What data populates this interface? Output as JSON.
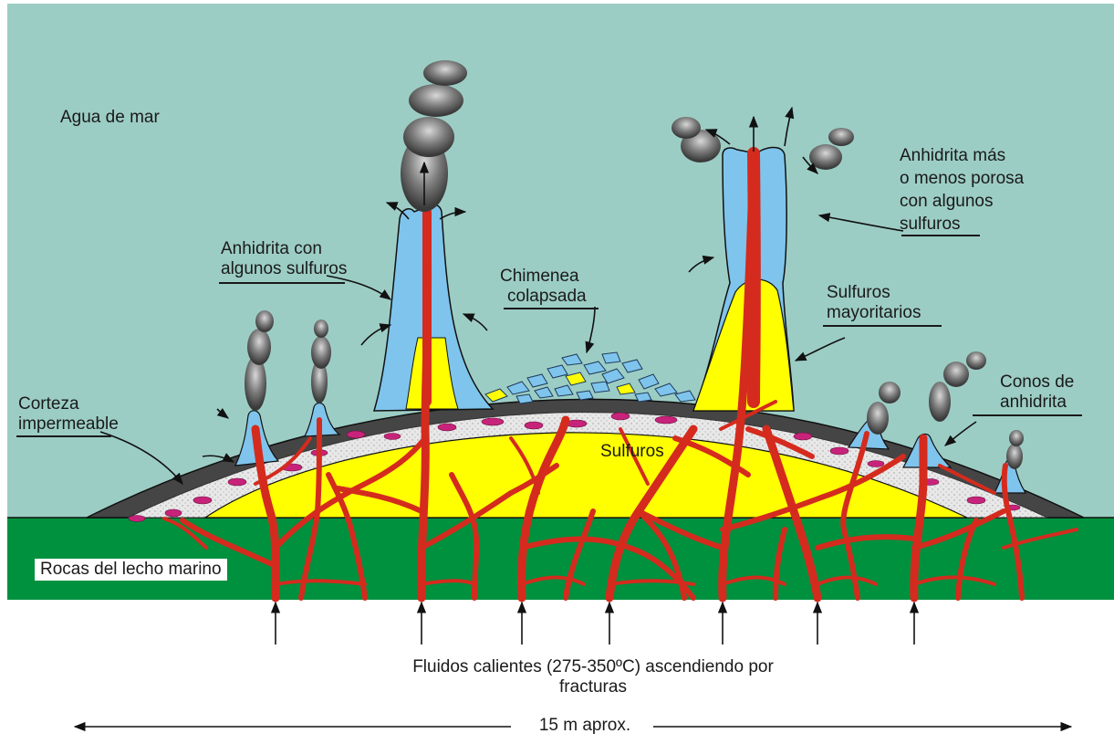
{
  "labels": {
    "sea_water": "Agua de mar",
    "anhydrite_with_sulfides": [
      "Anhidrita con",
      "algunos sulfuros"
    ],
    "collapsed_chimney": [
      "Chimenea",
      "colapsada"
    ],
    "porous_anhydrite": [
      "Anhidrita más",
      "o menos porosa",
      "con algunos",
      "sulfuros"
    ],
    "major_sulfides": [
      "Sulfuros",
      "mayoritarios"
    ],
    "impermeable_crust": [
      "Corteza",
      "impermeable"
    ],
    "sulfides": "Sulfuros",
    "anhydrite_cones": [
      "Conos de",
      "anhidrita"
    ],
    "seabed_rocks": "Rocas del lecho marino",
    "hot_fluids": [
      "Fluidos calientes (275-350ºC) ascendiendo por",
      "fracturas"
    ],
    "scale": "15 m aprox."
  },
  "colors": {
    "sea": "#9ccdc5",
    "seabed": "#00913f",
    "crust": "#454545",
    "sulfide": "#ffff00",
    "anhydrite": "#7fc4ec",
    "fluid": "#d42b1e",
    "inclusion": "#c8237a",
    "smoke": "#5a5a5a"
  }
}
